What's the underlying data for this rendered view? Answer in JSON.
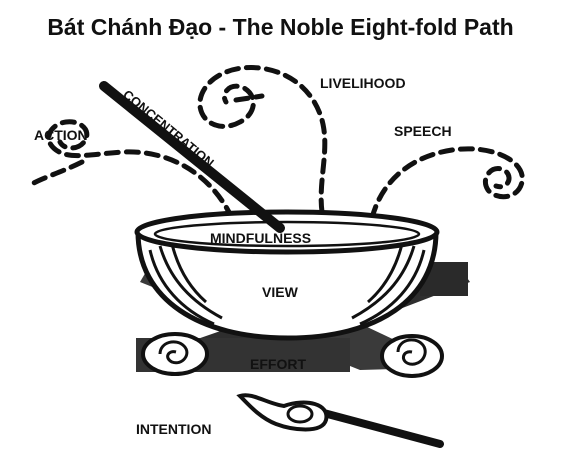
{
  "title": "Bát Chánh Đạo - The Noble Eight-fold Path",
  "labels": {
    "livelihood": "LIVELIHOOD",
    "action": "ACTION",
    "speech": "SPEECH",
    "concentration": "CONCENTRATION",
    "mindfulness": "MINDFULNESS",
    "view": "VIEW",
    "effort": "EFFORT",
    "intention": "INTENTION"
  },
  "icons": [
    "steam-swirl",
    "bowl",
    "stirring-spoon",
    "stove-stand",
    "flame-fire",
    "match"
  ]
}
